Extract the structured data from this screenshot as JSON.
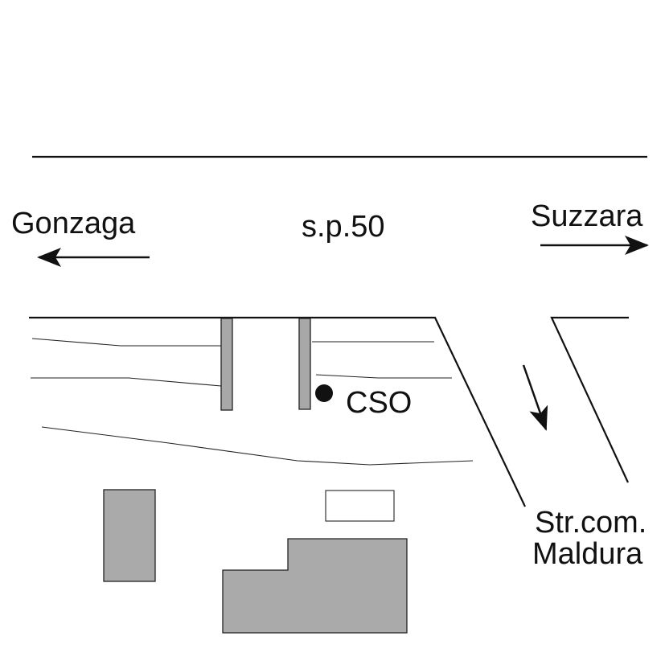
{
  "labels": {
    "left_town": "Gonzaga",
    "road_name": "s.p.50",
    "right_town": "Suzzara",
    "cso": "CSO",
    "side_street_line1": "Str.com.",
    "side_street_line2": "Maldura"
  },
  "colors": {
    "ink": "#111111",
    "building_fill": "#aaaaaa",
    "background": "#ffffff"
  }
}
